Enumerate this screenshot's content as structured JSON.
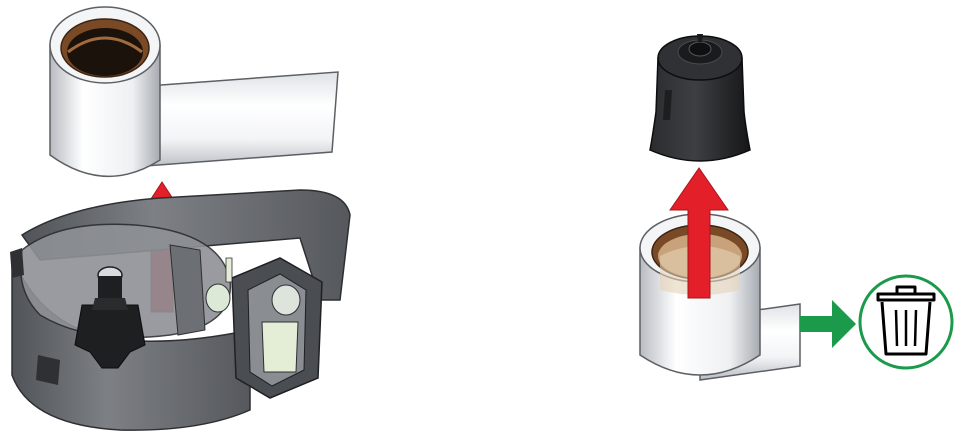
{
  "diagram": {
    "steps": [
      {
        "name": "remove-label-roll-from-cartridge",
        "action": "lift-up",
        "arrow_color": "#e3202a"
      },
      {
        "name": "remove-core-and-dispose-empty-roll",
        "action": "lift-up-and-discard",
        "arrow_color": "#e3202a",
        "discard_arrow_color": "#1a9a4a"
      }
    ],
    "colors": {
      "cartridge_gray": "#6b6e72",
      "cartridge_dark": "#3a3c3f",
      "label_white": "#f2f3f5",
      "core_brown": "#6a3e1e",
      "spindle_black": "#1e1f21",
      "trash_ring": "#1a9a4a"
    },
    "icons": [
      "trash-can-icon",
      "up-arrow-icon",
      "right-arrow-icon"
    ]
  }
}
